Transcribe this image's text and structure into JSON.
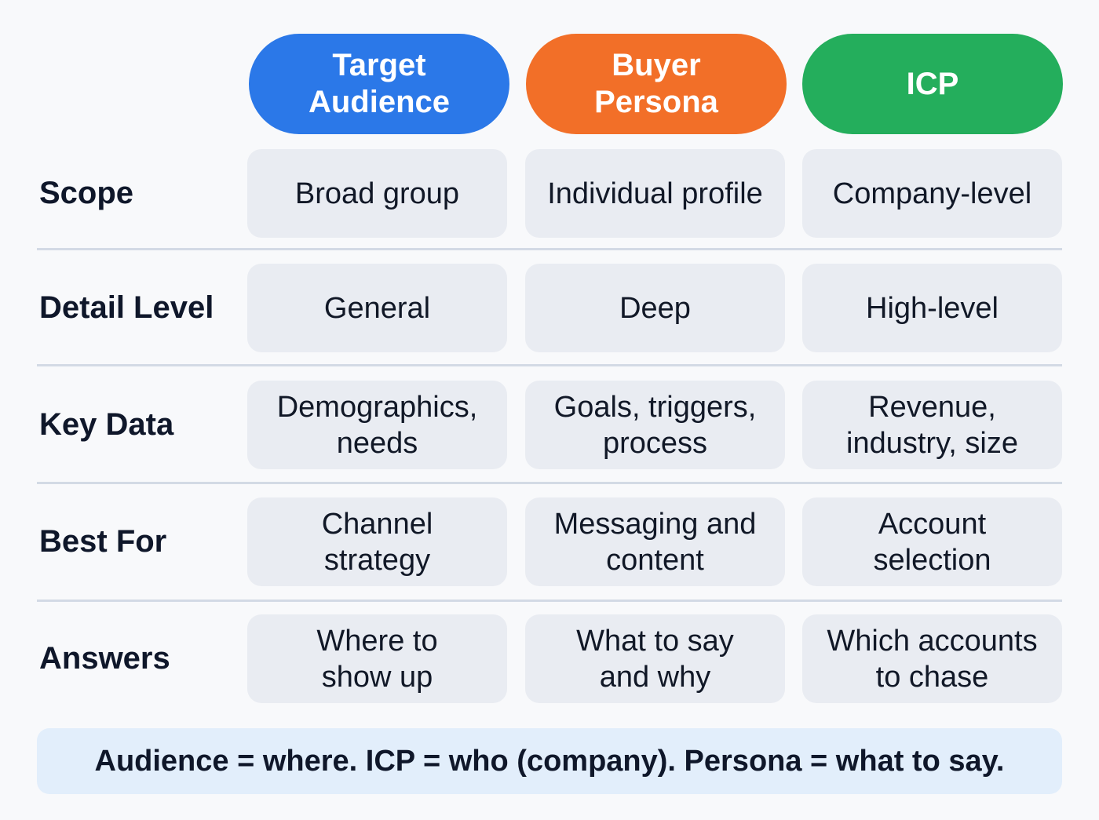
{
  "columns": [
    {
      "label_lines": [
        "Target",
        "Audience"
      ],
      "color": "#2b78e8"
    },
    {
      "label_lines": [
        "Buyer",
        "Persona"
      ],
      "color": "#f26f28"
    },
    {
      "label_lines": [
        "ICP"
      ],
      "color": "#24ae5c"
    }
  ],
  "rows": [
    {
      "label": "Scope",
      "cells": [
        [
          "Broad group"
        ],
        [
          "Individual profile"
        ],
        [
          "Company-level"
        ]
      ]
    },
    {
      "label": "Detail Level",
      "cells": [
        [
          "General"
        ],
        [
          "Deep"
        ],
        [
          "High-level"
        ]
      ]
    },
    {
      "label": "Key Data",
      "cells": [
        [
          "Demographics,",
          "needs"
        ],
        [
          "Goals, triggers,",
          "process"
        ],
        [
          "Revenue,",
          "industry, size"
        ]
      ]
    },
    {
      "label": "Best For",
      "cells": [
        [
          "Channel",
          "strategy"
        ],
        [
          "Messaging and",
          "content"
        ],
        [
          "Account",
          "selection"
        ]
      ]
    },
    {
      "label": "Answers",
      "cells": [
        [
          "Where to",
          "show up"
        ],
        [
          "What to say",
          "and why"
        ],
        [
          "Which accounts",
          "to chase"
        ]
      ]
    }
  ],
  "footer": {
    "text": "Audience = where. ICP = who (company). Persona = what to say."
  }
}
